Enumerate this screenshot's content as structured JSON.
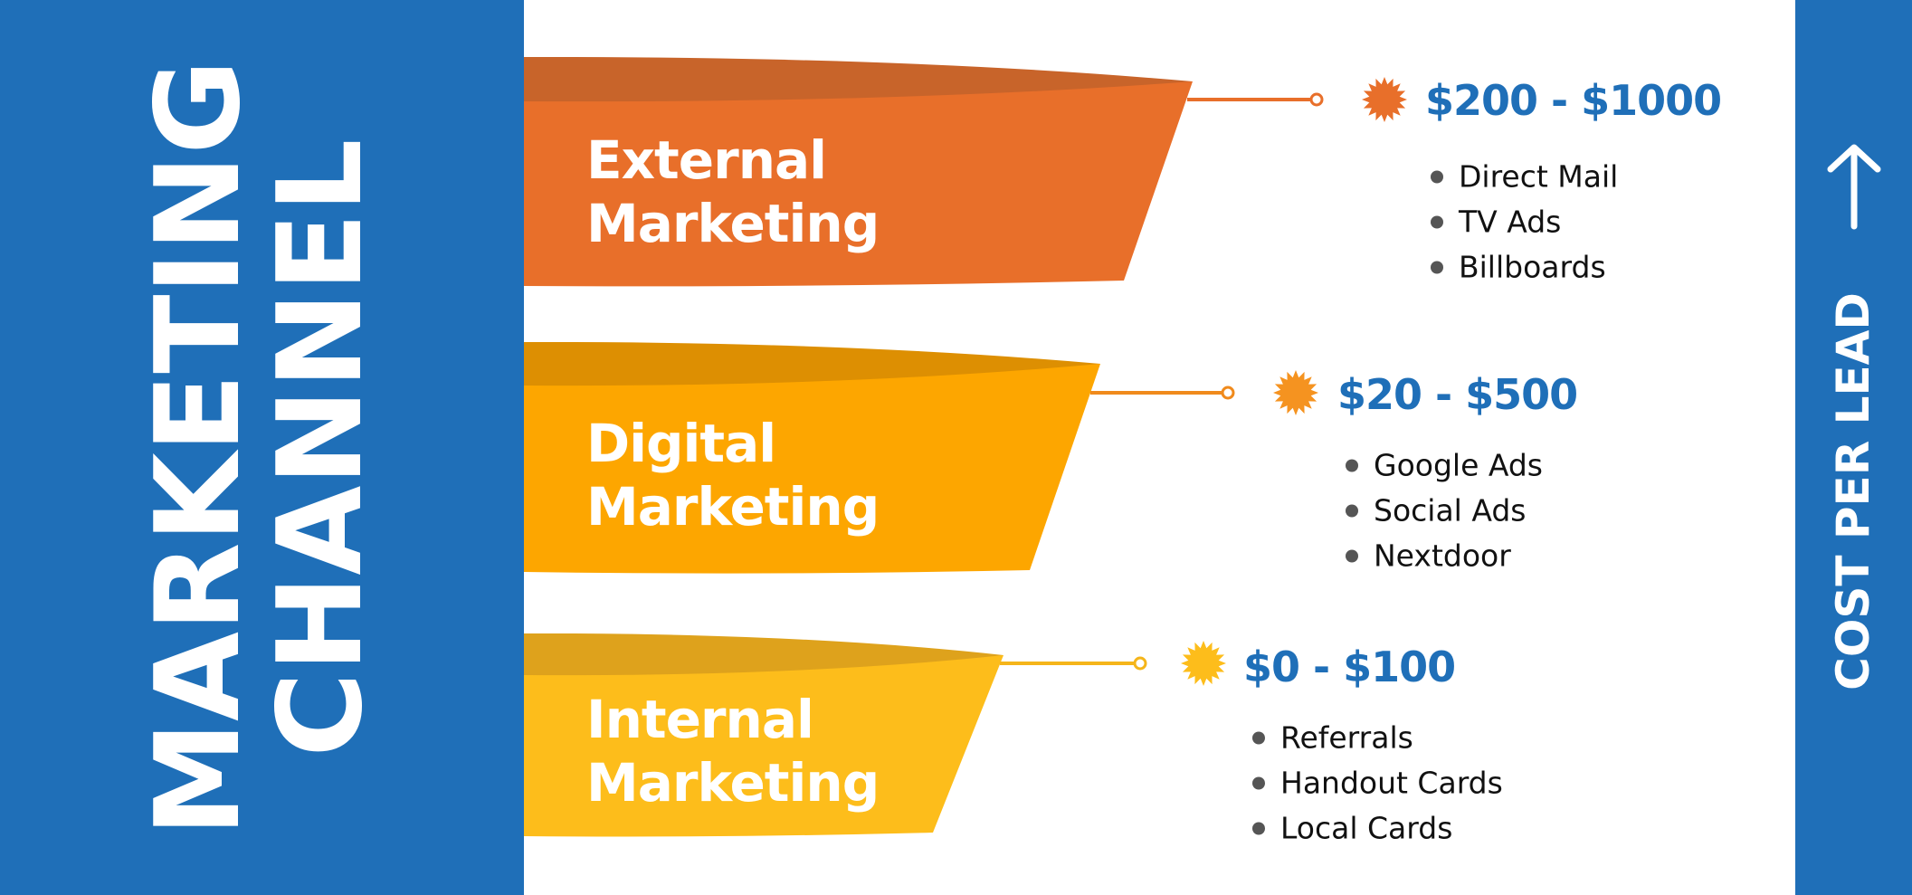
{
  "left_title": {
    "line1": "MARKETING",
    "line2": "CHANNEL"
  },
  "right_title": "COST PER LEAD",
  "right_icon": "arrow-up-icon",
  "tiers": [
    {
      "line1": "External",
      "line2": "Marketing",
      "price": "$200 - $1000",
      "items": [
        "Direct Mail",
        "TV Ads",
        "Billboards"
      ],
      "color": "#e86f2a",
      "top_color": "#c8642a"
    },
    {
      "line1": "Digital",
      "line2": "Marketing",
      "price": "$20 - $500",
      "items": [
        "Google Ads",
        "Social Ads",
        "Nextdoor"
      ],
      "color": "#fda600",
      "top_color": "#dd8f02"
    },
    {
      "line1": "Internal",
      "line2": "Marketing",
      "price": "$0 - $100",
      "items": [
        "Referrals",
        "Handout Cards",
        "Local Cards"
      ],
      "color": "#fdbd1b",
      "top_color": "#dea21c"
    }
  ],
  "accent": "#1f6fb8"
}
